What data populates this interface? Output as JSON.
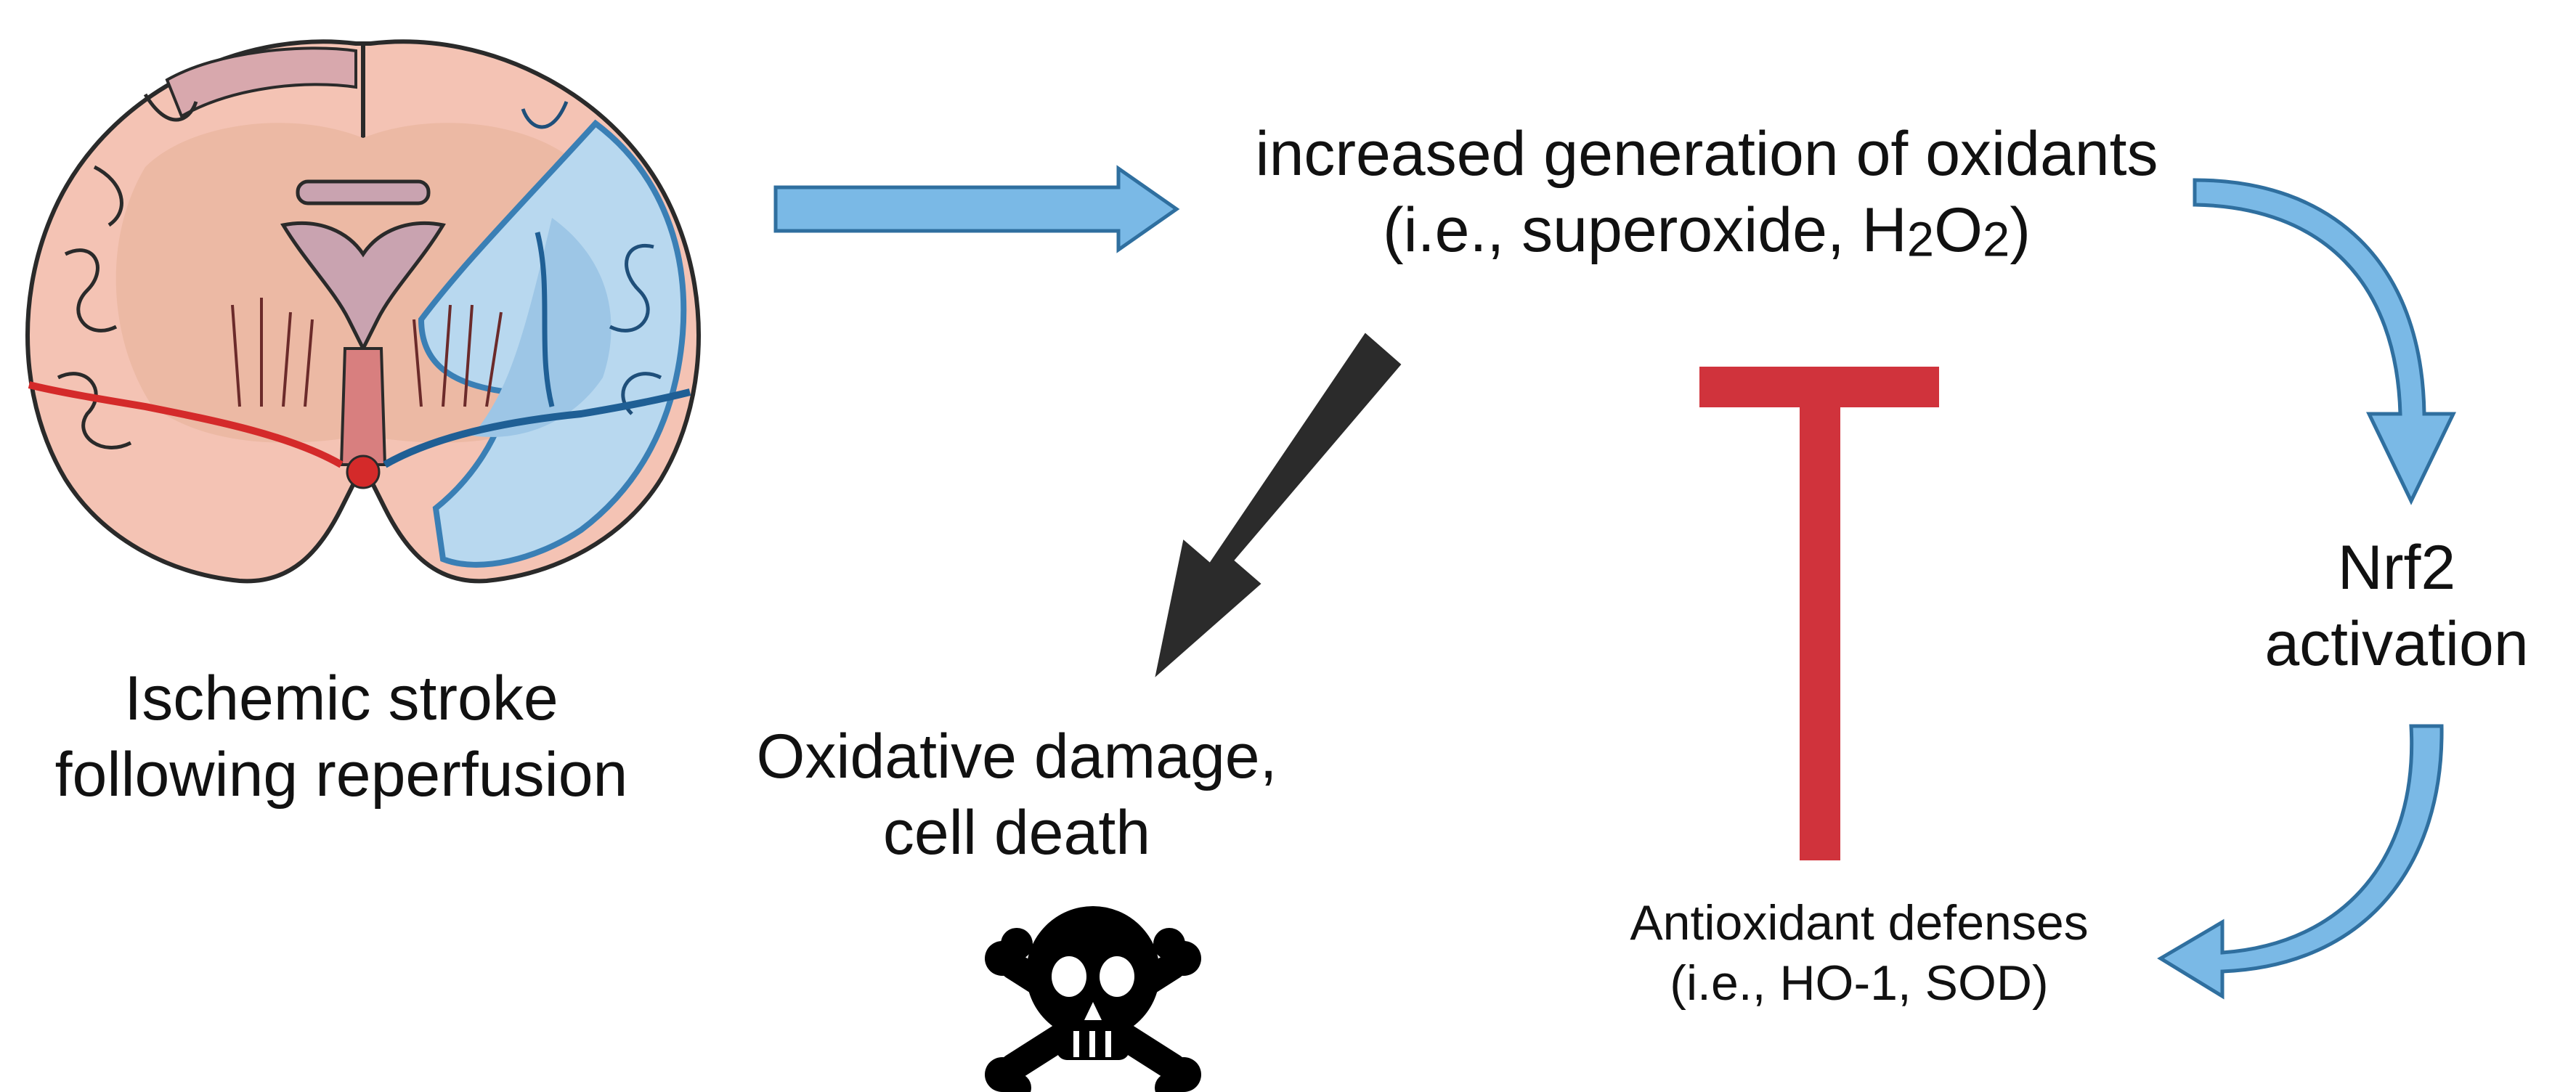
{
  "colors": {
    "flow_arrow": "#7ab9e6",
    "flow_arrow_stroke": "#2f6f9f",
    "damage_arrow": "#2b2b2b",
    "inhibition": "#d0333c",
    "brain_tissue": "#f4c3b4",
    "brain_core": "#ecb9a4",
    "ischemic_region": "#b8d8ef",
    "ischemic_region_dark": "#3a7fb5",
    "artery_red": "#d42a2a",
    "ventricle": "#c9a3b0",
    "skull_icon": "#000000"
  },
  "icons": {
    "brain": "brain-coronal-section-icon",
    "death": "skull-crossbones-icon"
  },
  "labels": {
    "stroke": [
      "Ischemic stroke",
      "following reperfusion"
    ],
    "oxidants": {
      "line1": "increased generation of oxidants",
      "line2_prefix": "(i.e., superoxide, H",
      "line2_sub1": "2",
      "line2_mid": "O",
      "line2_sub2": "2",
      "line2_suffix": ")"
    },
    "damage": [
      "Oxidative damage,",
      "cell death"
    ],
    "nrf2": [
      "Nrf2",
      "activation"
    ],
    "defenses": [
      "Antioxidant defenses",
      "(i.e., HO-1, SOD)"
    ]
  }
}
